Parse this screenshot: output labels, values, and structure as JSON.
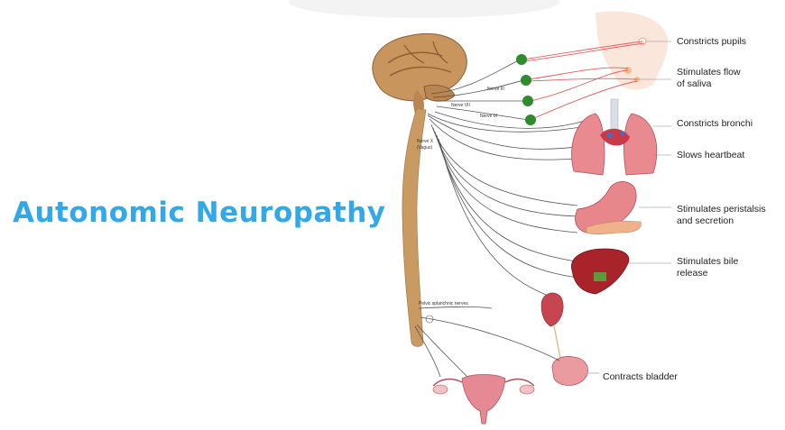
{
  "title": "Autonomic Neuropathy",
  "labels": {
    "pupils": "Constricts pupils",
    "saliva": "Stimulates flow\nof saliva",
    "bronchi": "Constricts bronchi",
    "heart": "Slows heartbeat",
    "peristalsis": "Stimulates peristalsis\nand secretion",
    "bile": "Stimulates bile\nrelease",
    "bladder": "Contracts bladder"
  },
  "nerve_labels": {
    "cn3": "Nerve III",
    "cn7": "Nerve VII",
    "cn9": "Nerve IX",
    "cn10": "Nerve X\n(Vagus)",
    "pelvic": "Pelvic splanchnic nerves"
  },
  "colors": {
    "title": "#33a8e8",
    "brain": "#c8955e",
    "spinal_cord": "#c99a62",
    "ganglion": "#2e8b2e",
    "preganglionic_red": "#e06060",
    "nerve_gray": "#555555",
    "organ_red": "#c83a4a"
  }
}
